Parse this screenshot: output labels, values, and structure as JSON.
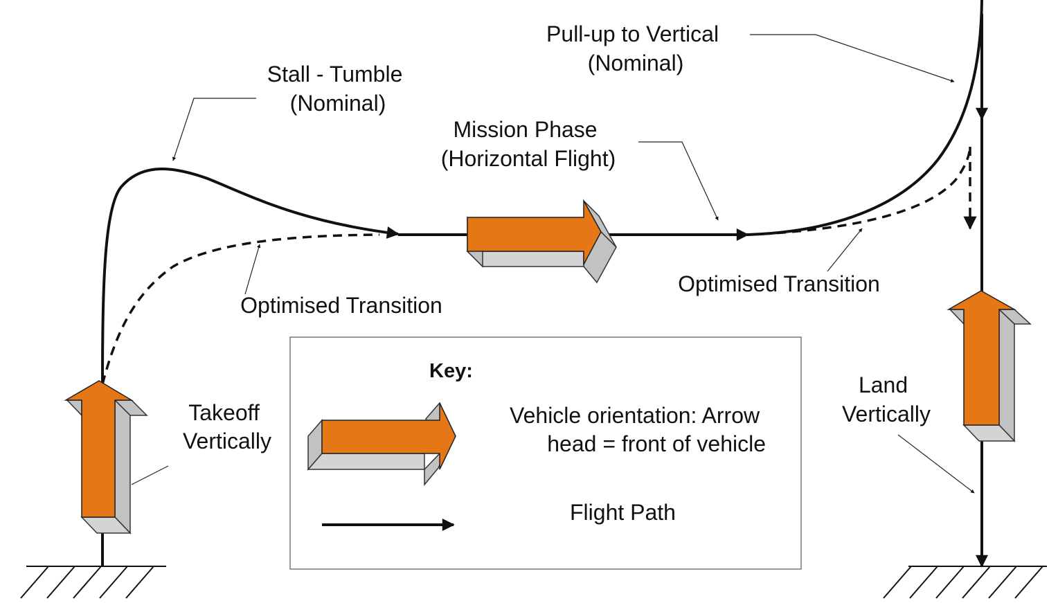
{
  "labels": {
    "stall_tumble": [
      "Stall - Tumble",
      "(Nominal)"
    ],
    "pull_up": [
      "Pull-up to Vertical",
      "(Nominal)"
    ],
    "mission_phase": [
      "Mission Phase",
      "(Horizontal Flight)"
    ],
    "optimised_left": "Optimised Transition",
    "optimised_right": "Optimised Transition",
    "takeoff": [
      "Takeoff",
      "Vertically"
    ],
    "land": [
      "Land",
      "Vertically"
    ]
  },
  "key": {
    "title": "Key:",
    "orientation_text": [
      "Vehicle orientation: Arrow",
      "head = front of vehicle"
    ],
    "flight_path_text": "Flight Path"
  },
  "colors": {
    "vehicle_arrow": "#e57716",
    "arrow_shadow": "#c2c2c2",
    "path": "#111111"
  }
}
